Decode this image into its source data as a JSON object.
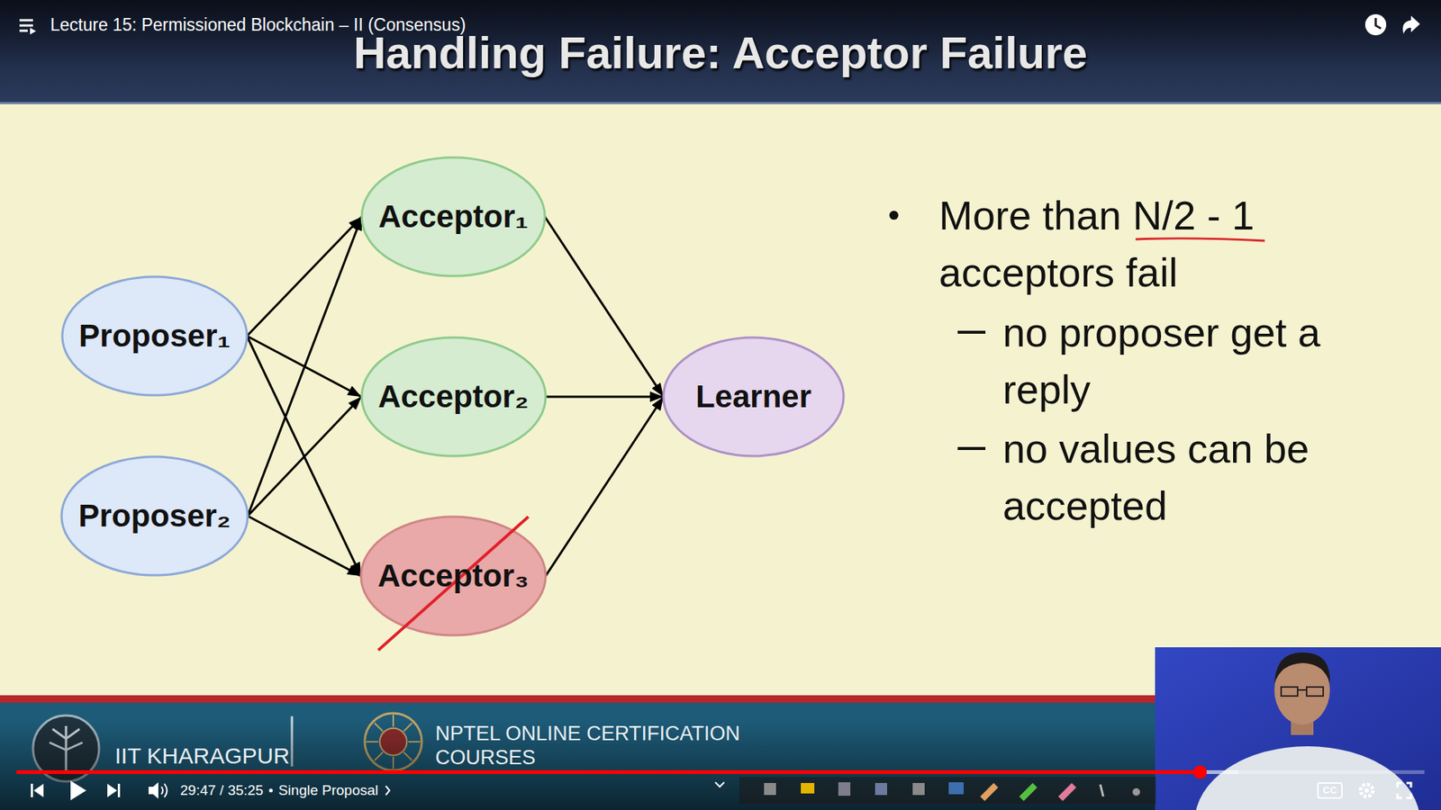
{
  "diagram": {
    "title": "Handling Failure: Acceptor Failure",
    "nodes": [
      {
        "text": [
          "Proposer₁"
        ]
      },
      {
        "text": [
          "Proposer₂"
        ]
      },
      {
        "text": [
          "Acceptor₁"
        ]
      },
      {
        "text": [
          "Acceptor₂"
        ]
      },
      {
        "text": [
          "Acceptor₃"
        ]
      },
      {
        "text": [
          "Learner"
        ]
      }
    ],
    "edges": [
      {
        "from": 0,
        "to": 2,
        "arrow": "to"
      },
      {
        "from": 0,
        "to": 3,
        "arrow": "to"
      },
      {
        "from": 0,
        "to": 4,
        "arrow": "to"
      },
      {
        "from": 1,
        "to": 2,
        "arrow": "to"
      },
      {
        "from": 1,
        "to": 3,
        "arrow": "to"
      },
      {
        "from": 1,
        "to": 4,
        "arrow": "to"
      },
      {
        "from": 2,
        "to": 5,
        "arrow": "to"
      },
      {
        "from": 3,
        "to": 5,
        "arrow": "to"
      },
      {
        "from": 4,
        "to": 5,
        "arrow": "to"
      }
    ],
    "labels": [
      "Lecture 15: Permissioned Blockchain – II (Consensus)",
      "More than N/2 - 1 acceptors fail",
      "no proposer get a reply",
      "no values can be accepted",
      "IIT KHARAGPUR",
      "NPTEL ONLINE CERTIFICATION COURSES",
      "29:47 / 35:25",
      "Single Proposal",
      "CC"
    ]
  }
}
